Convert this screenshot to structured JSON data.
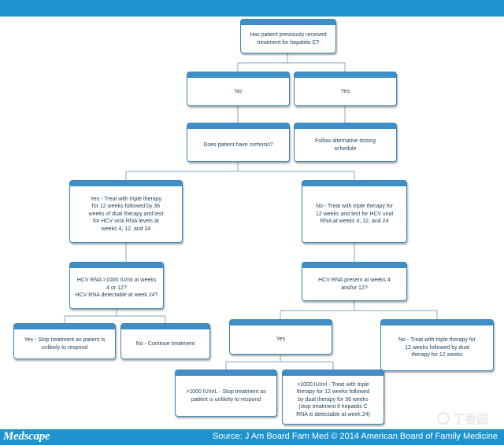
{
  "nodes": {
    "q1": "Has patient previously received\ntreatment for hepatitis C?",
    "no": "No",
    "yes": "Yes",
    "q2": "Does patient have cirrhosis?",
    "alt": "Follow alternative dosing\nschedule",
    "yes_cirr": "Yes - Treat with triple therapy\nfor 12 weeks followed by 36\nweeks of dual therapy and test\nfor HCV viral RNA levels at\nweeks 4, 12, and 24",
    "no_cirr": "No - Treat with triple therapy for\n12 weeks and test for HCV viral\nRNA at weeks 4, 12, and 24",
    "q3": "HCV RNA >1000 IU/ml at weeks\n4 or 12?\nHCV RNA detectable at week 24?",
    "q4": "HCV RNA present at weeks 4\nand/or 12?",
    "stop1": "Yes - Stop treatment as patient is\nunlikely to respond",
    "cont": "No - Continue treatment",
    "yes2": "Yes",
    "no2": "No - Treat with triple therapy for\n12 weeks followed by dual\ntherapy for 12 weeks",
    "gt1000": ">1000 IU/mL - Stop treatment as\npatient is unlikely to respond",
    "lt1000": "<1000 IU/ml - Treat with triple\ntherapy for 12 weeks followed\nby dual therapy for 36 weeks\n(stop treatment if hepatitis C\nRNA is detectable at week 24)"
  },
  "footer": {
    "brand": "Medscape",
    "source": "Source: J Am Board Fam Med © 2014 American Board of Family Medicine"
  },
  "watermark": {
    "text": "丁香园"
  },
  "colors": {
    "bar": "#1d93cf",
    "node_header": "#3f8fc6",
    "node_text": "#1e3e58",
    "connector": "#8aa6bd"
  }
}
